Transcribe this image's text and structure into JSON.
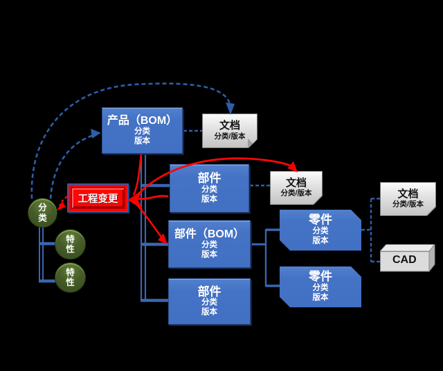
{
  "nodes": {
    "product_bom": {
      "title": "产品（BOM）",
      "sub1": "分类",
      "sub2": "版本"
    },
    "doc_top": {
      "title": "文档",
      "sub": "分类/版本"
    },
    "doc_mid": {
      "title": "文档",
      "sub": "分类/版本"
    },
    "doc_right": {
      "title": "文档",
      "sub": "分类/版本"
    },
    "part_top": {
      "title": "部件",
      "sub1": "分类",
      "sub2": "版本"
    },
    "part_bom": {
      "title": "部件（BOM）",
      "sub1": "分类",
      "sub2": "版本"
    },
    "part_bottom": {
      "title": "部件",
      "sub1": "分类",
      "sub2": "版本"
    },
    "item_top": {
      "title": "零件",
      "sub1": "分类",
      "sub2": "版本"
    },
    "item_bottom": {
      "title": "零件",
      "sub1": "分类",
      "sub2": "版本"
    },
    "cad": {
      "title": "CAD"
    },
    "eng_change": {
      "title": "工程变更"
    },
    "classification": {
      "title": "分类"
    },
    "attribute_1": {
      "title": "特性"
    },
    "attribute_2": {
      "title": "特性"
    }
  },
  "colors": {
    "background": "#000000",
    "node_blue": "#4472C4",
    "node_blue_border": "#2F528F",
    "connector_blue": "#3A66B0",
    "dashed_blue": "#2E5EA8",
    "arrow_red": "#FE0707",
    "doc_gray_light": "#F4F4F4",
    "doc_gray_dark": "#C8C8C8",
    "circle_green": "#3E5323"
  }
}
